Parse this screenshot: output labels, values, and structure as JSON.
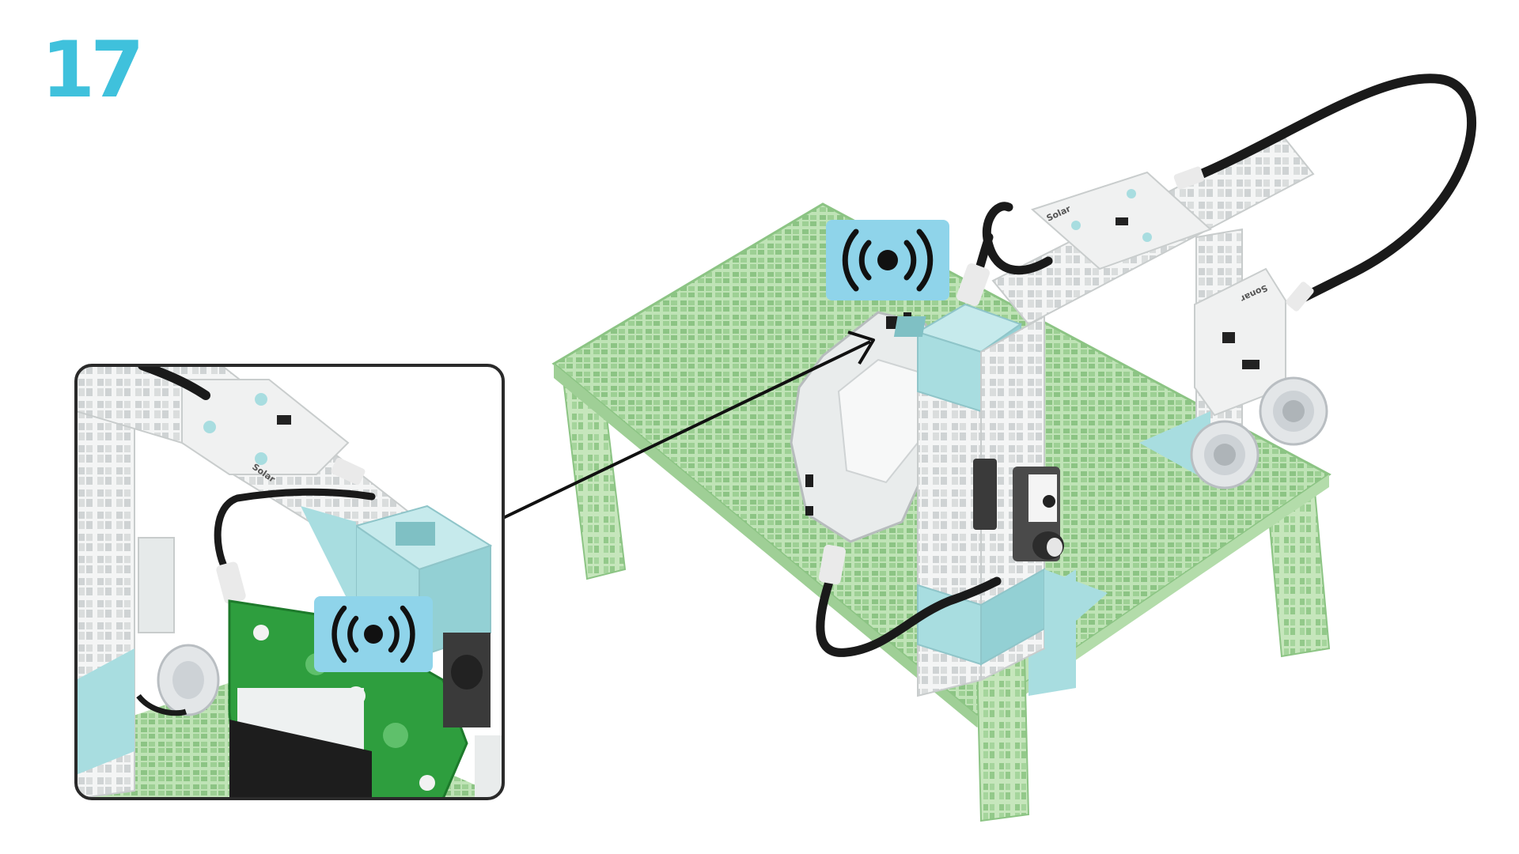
{
  "step": {
    "number": "17"
  },
  "colors": {
    "accent": "#3fc1dc",
    "badge": "#8fd4ea",
    "grid_green": "#a9d9a0",
    "grid_dark": "#8cc484",
    "frame_white": "#eef0f0",
    "cube_blue": "#a8dde0",
    "cable": "#1a1a1a",
    "pcb_green": "#2e9e3e",
    "callout_border": "#2a2a2a"
  },
  "icons": {
    "main_badge": "wireless-signal-icon",
    "inset_badge": "wireless-signal-icon"
  },
  "boards": {
    "solar_label": "Solar",
    "sonar_label": "Sonar"
  }
}
